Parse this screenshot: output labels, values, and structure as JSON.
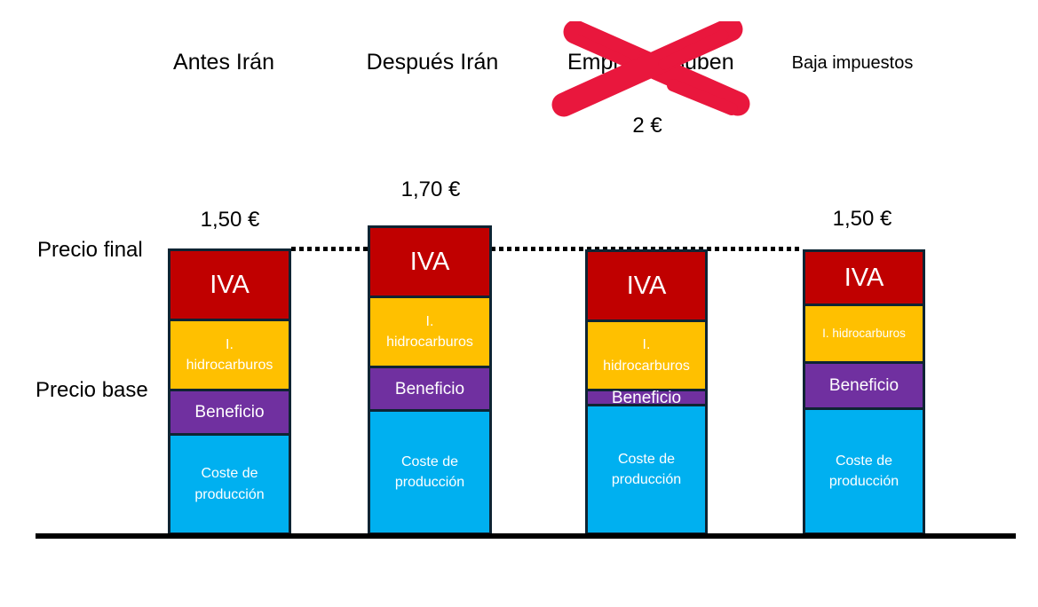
{
  "labels": {
    "precio_final": "Precio final",
    "precio_base": "Precio base"
  },
  "colors": {
    "iva": "#c00000",
    "hidrocarburos": "#ffc000",
    "beneficio": "#7030a0",
    "coste": "#00b0f0",
    "outline": "#0e2433",
    "cross": "#e9173d",
    "dotted_line": "#000000",
    "baseline": "#000000"
  },
  "chart_data": {
    "type": "bar",
    "stacked": true,
    "unit": "EUR",
    "title": "",
    "categories": [
      "Antes Irán",
      "Después Irán",
      "Empresas suben",
      "Baja impuestos"
    ],
    "totals": [
      "1,50 €",
      "1,70 €",
      "2 €",
      "1,50 €"
    ],
    "series": [
      {
        "name": "Coste de producción",
        "values": [
          0.53,
          0.69,
          0.69,
          0.67
        ]
      },
      {
        "name": "Beneficio",
        "values": [
          0.23,
          0.24,
          0.08,
          0.24
        ]
      },
      {
        "name": "I. hidrocarburos",
        "values": [
          0.37,
          0.38,
          0.36,
          0.3
        ]
      },
      {
        "name": "IVA",
        "values": [
          0.37,
          0.39,
          0.37,
          0.28
        ]
      }
    ],
    "annotations": {
      "crossed_out_category": "Empresas suben",
      "crossed_out_price": "2 €",
      "dotted_reference_level": "1,50 €"
    },
    "legend": "none",
    "grid": false,
    "bars": [
      {
        "left": 189,
        "top": 280,
        "width": 139,
        "segments": [
          {
            "key": "iva",
            "label": "IVA",
            "h": 79
          },
          {
            "key": "hidrocarburos",
            "label": "I.\nhidrocarburos",
            "h": 79
          },
          {
            "key": "beneficio",
            "label": "Beneficio",
            "h": 50
          },
          {
            "key": "coste",
            "label": "Coste de\nproducción",
            "h": 115
          }
        ]
      },
      {
        "left": 414,
        "top": 254,
        "width": 140,
        "segments": [
          {
            "key": "iva",
            "label": "IVA",
            "h": 79
          },
          {
            "key": "hidrocarburos",
            "label": "I.\nhidrocarburos",
            "h": 79
          },
          {
            "key": "beneficio",
            "label": "Beneficio",
            "h": 49
          },
          {
            "key": "coste",
            "label": "Coste de\nproducción",
            "h": 142
          }
        ]
      },
      {
        "left": 659,
        "top": 281,
        "width": 138,
        "segments": [
          {
            "key": "iva",
            "label": "IVA",
            "h": 79
          },
          {
            "key": "hidrocarburos",
            "label": "I.\nhidrocarburos",
            "h": 78
          },
          {
            "key": "beneficio",
            "label": "Beneficio",
            "h": 17
          },
          {
            "key": "coste",
            "label": "Coste de\nproducción",
            "h": 148
          }
        ]
      },
      {
        "left": 904,
        "top": 281,
        "width": 138,
        "segments": [
          {
            "key": "iva",
            "label": "IVA",
            "h": 61
          },
          {
            "key": "hidrocarburos",
            "label": "I. hidrocarburos",
            "h": 65,
            "small": true
          },
          {
            "key": "beneficio",
            "label": "Beneficio",
            "h": 52
          },
          {
            "key": "coste",
            "label": "Coste de\nproducción",
            "h": 144
          }
        ]
      }
    ]
  }
}
